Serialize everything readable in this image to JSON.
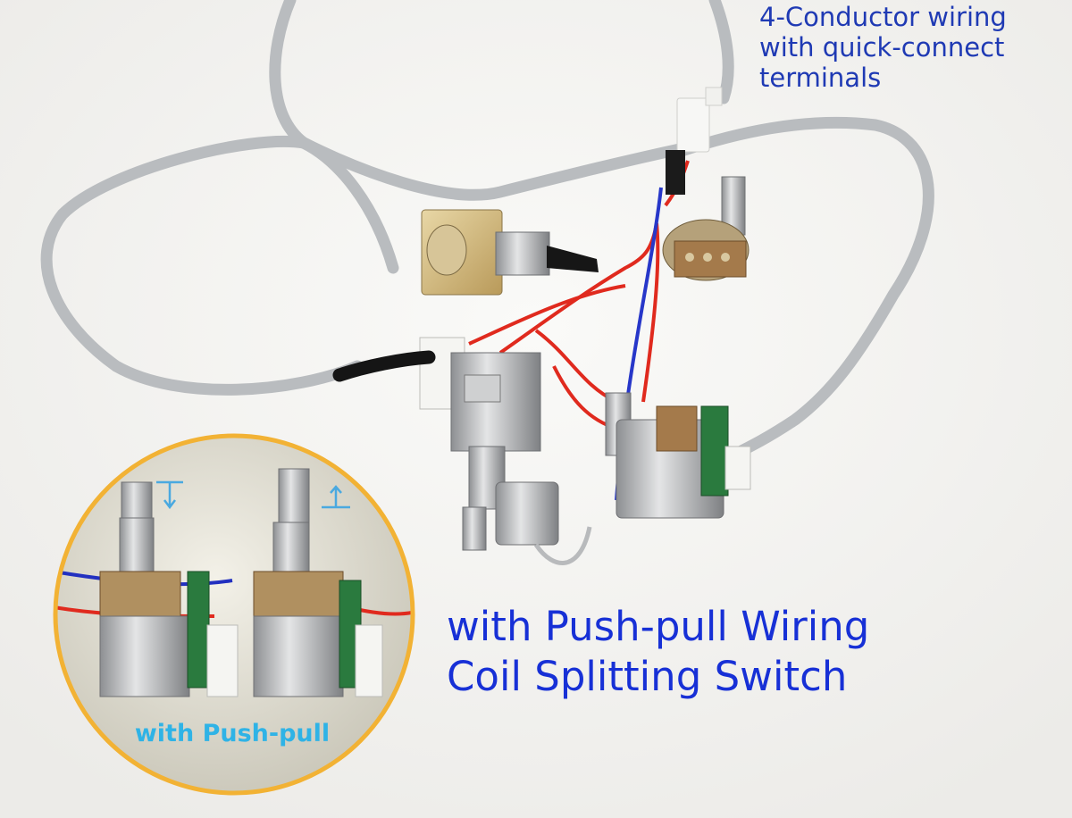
{
  "captions": {
    "top": "4-Conductor wiring\nwith quick-connect\nterminals",
    "main": "with Push-pull Wiring\nCoil Splitting Switch",
    "inset": "with Push-pull"
  },
  "colors": {
    "caption_blue": "#1730d6",
    "inset_caption": "#2fb3e6",
    "inset_ring": "#f2b234",
    "cable_gray": "#b9bcbf",
    "wire_red": "#e02a1e",
    "wire_blue": "#2737c9"
  }
}
